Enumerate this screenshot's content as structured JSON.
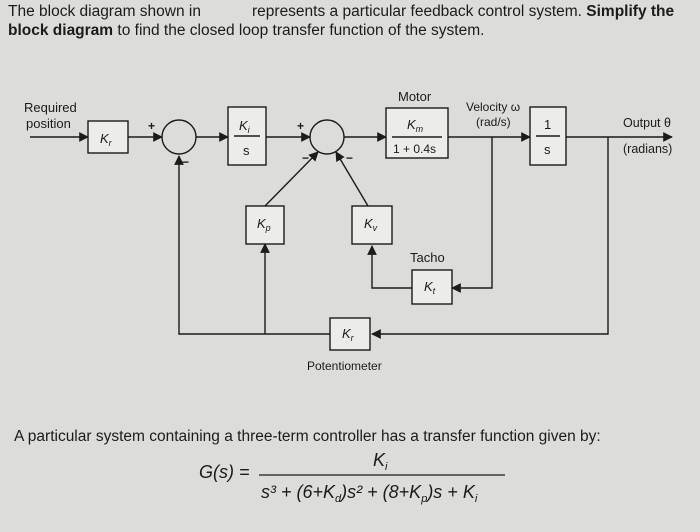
{
  "question": {
    "part1": "The block diagram shown in",
    "part2_prefix": "represents a particular feedback control system.",
    "part2_bold": "Simplify the",
    "line2_bold": "block diagram",
    "line2_rest": "to find the closed loop transfer function of the system."
  },
  "diagram": {
    "input_label_1": "Required",
    "input_label_2": "position",
    "block_kr_input": "K",
    "block_kr_input_sub": "r",
    "block_integrator_num": "K",
    "block_integrator_num_sub": "i",
    "block_integrator_den": "s",
    "motor_label": "Motor",
    "motor_num": "K",
    "motor_num_sub": "m",
    "motor_den": "1 + 0.4s",
    "velocity_label": "Velocity ω",
    "velocity_unit": "(rad/s)",
    "integ2_num": "1",
    "integ2_den": "s",
    "output_label": "Output θ",
    "output_unit": "(radians)",
    "kp_block": "K",
    "kp_sub": "p",
    "kv_block": "K",
    "kv_sub": "v",
    "tacho_label": "Tacho",
    "tacho_block": "K",
    "tacho_sub": "t",
    "pot_block": "K",
    "pot_sub": "r",
    "pot_label": "Potentiometer",
    "sum1_plus": "+",
    "sum1_minus": "−",
    "sum2_plus": "+",
    "sum2_minus1": "−",
    "sum2_minus2": "−"
  },
  "bottom": {
    "text": "A particular system containing a three-term controller has a transfer function given by:",
    "lhs": "G(s) =",
    "num": "K",
    "num_sub": "i",
    "den": "s³ + (6+K",
    "den_sub1": "d",
    "den_mid": ")s² + (8+K",
    "den_sub2": "p",
    "den_end": ")s + K",
    "den_sub3": "i"
  }
}
